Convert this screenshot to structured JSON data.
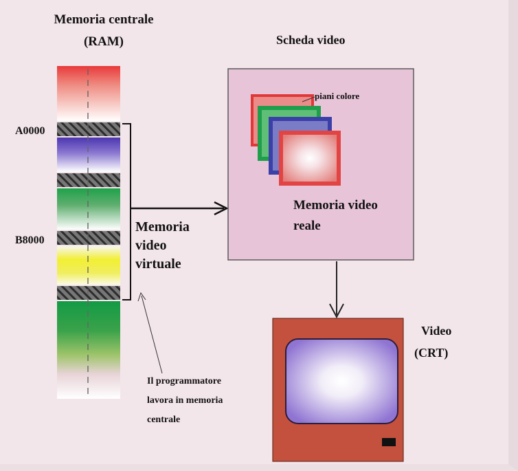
{
  "ram": {
    "title_line1": "Memoria centrale",
    "title_line2": "(RAM)",
    "address_a": "A0000",
    "address_b": "B8000"
  },
  "virtual_memory": {
    "line1": "Memoria",
    "line2": "video",
    "line3": "virtuale"
  },
  "programmer_note": {
    "line1": "Il programmatore",
    "line2": "lavora in memoria",
    "line3": "centrale"
  },
  "video_card": {
    "title": "Scheda video",
    "planes_label": "piani colore",
    "memory_line1": "Memoria video",
    "memory_line2": "reale"
  },
  "monitor": {
    "line1": "Video",
    "line2": "(CRT)"
  },
  "colors": {
    "red": "#e03535",
    "violet": "#5a3fb8",
    "green": "#1fa24a",
    "yellow": "#f0f030",
    "card_bg": "#e7c4d8",
    "monitor_case": "#c4513d",
    "screen": "#9b82d8"
  }
}
